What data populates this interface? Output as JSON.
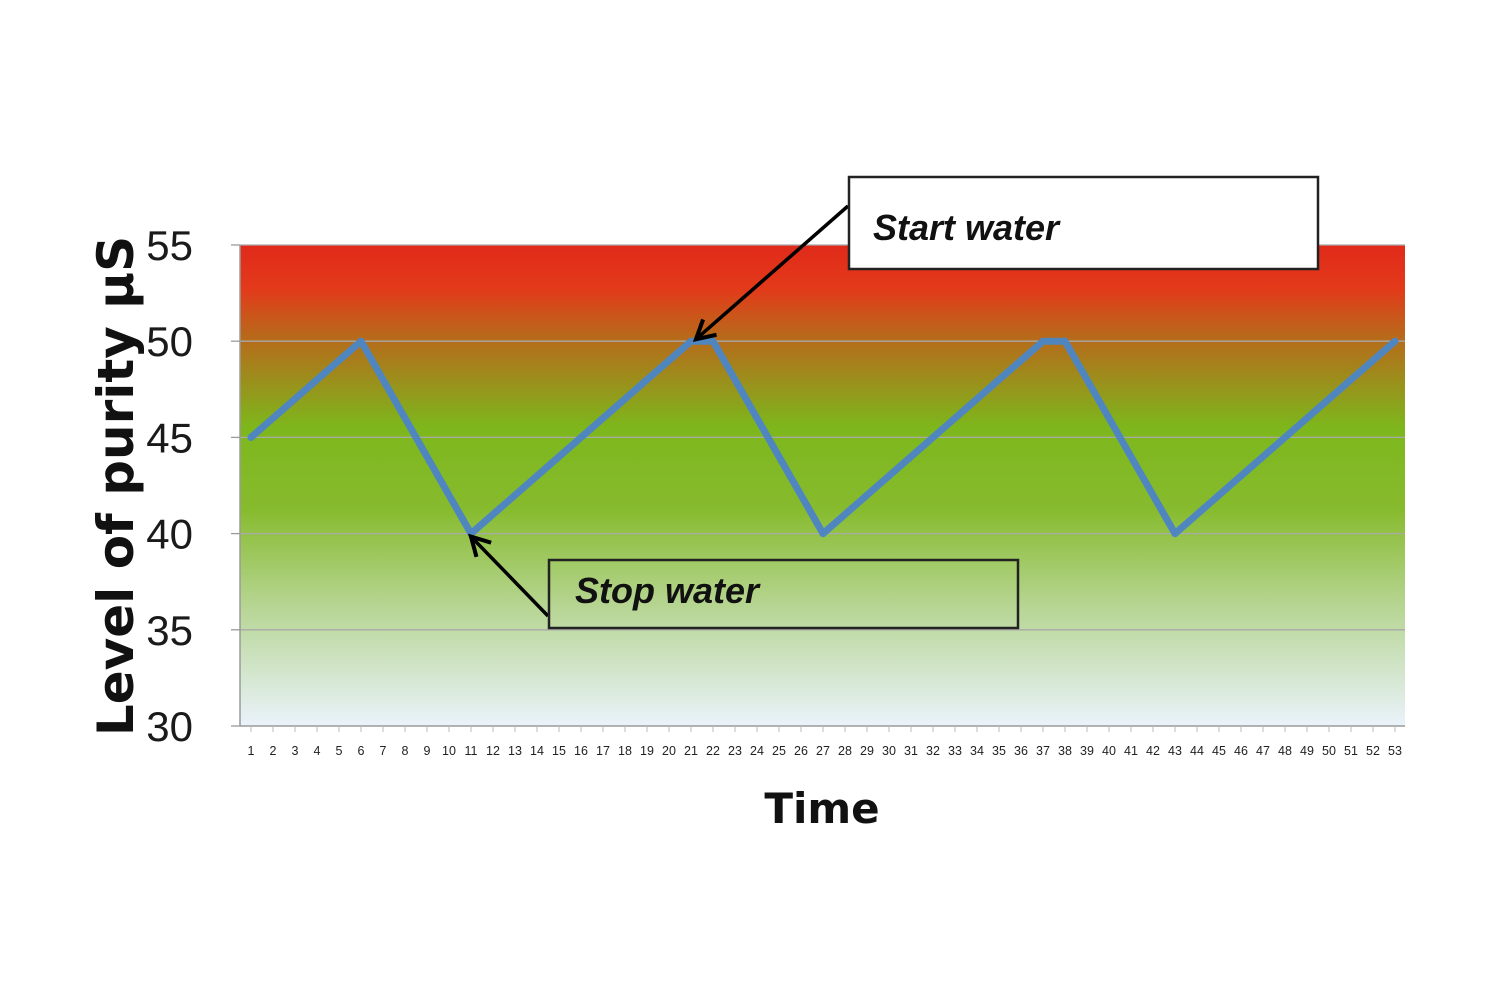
{
  "chart_data": {
    "type": "line",
    "xlabel": "Time",
    "ylabel": "Level of purity  µS",
    "ylim": [
      30,
      55
    ],
    "yticks": [
      "30",
      "35",
      "40",
      "45",
      "50",
      "55"
    ],
    "grid": true,
    "categories": [
      "1",
      "2",
      "3",
      "4",
      "5",
      "6",
      "7",
      "8",
      "9",
      "10",
      "11",
      "12",
      "13",
      "14",
      "15",
      "16",
      "17",
      "18",
      "19",
      "20",
      "21",
      "22",
      "23",
      "24",
      "25",
      "26",
      "27",
      "28",
      "29",
      "30",
      "31",
      "32",
      "33",
      "34",
      "35",
      "36",
      "37",
      "38",
      "39",
      "40",
      "41",
      "42",
      "43",
      "44",
      "45",
      "46",
      "47",
      "48",
      "49",
      "50",
      "51",
      "52",
      "53"
    ],
    "series": [
      {
        "color": "#4f86c0",
        "points": [
          {
            "x": 1,
            "y": 45
          },
          {
            "x": 6,
            "y": 50
          },
          {
            "x": 11,
            "y": 40
          },
          {
            "x": 21,
            "y": 50
          },
          {
            "x": 22,
            "y": 50
          },
          {
            "x": 27,
            "y": 40
          },
          {
            "x": 37,
            "y": 50
          },
          {
            "x": 38,
            "y": 50
          },
          {
            "x": 43,
            "y": 40
          },
          {
            "x": 53,
            "y": 50
          }
        ]
      }
    ],
    "background_gradient": [
      "#e43a1c",
      "#7fb81c",
      "#eaf3fb"
    ],
    "annotations": [
      {
        "text": "Start water",
        "target_x": 21,
        "target_y": 50
      },
      {
        "text": "Stop water",
        "target_x": 11,
        "target_y": 40
      }
    ]
  }
}
